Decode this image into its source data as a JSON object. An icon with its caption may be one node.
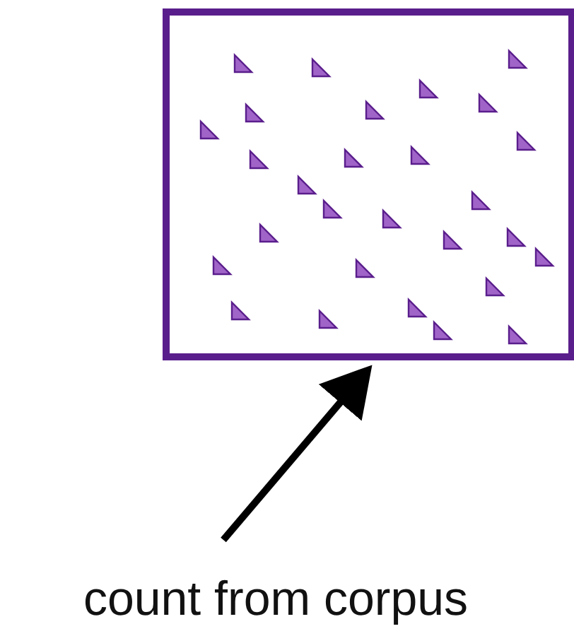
{
  "diagram": {
    "nodes": [
      {
        "text": [],
        "shape": "box"
      },
      {
        "text": [
          "count from corpus"
        ]
      }
    ],
    "edges": [
      {
        "from": 1,
        "to": 0,
        "arrow": "to"
      }
    ]
  }
}
